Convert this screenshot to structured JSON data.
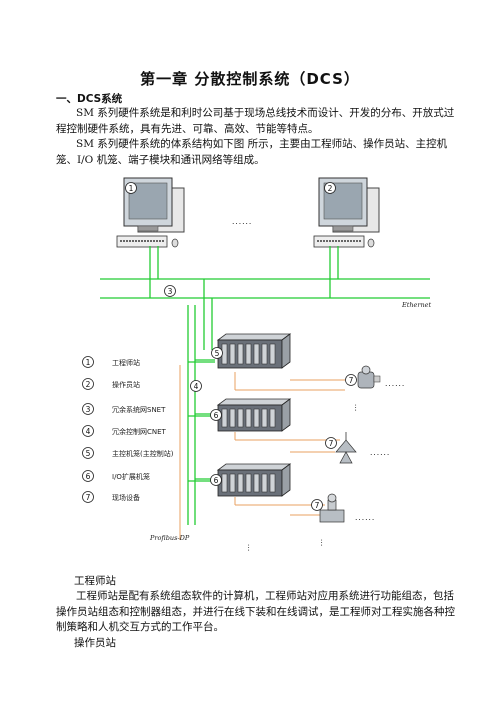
{
  "chapter_title": "第一章   分散控制系统（DCS）",
  "section_heading": "一、DCS系统",
  "paragraphs": [
    "SM 系列硬件系统是和利时公司基于现场总线技术而设计、开发的分布、开放式过程控制硬件系统，具有先进、可靠、高效、节能等特点。",
    "SM 系列硬件系统的体系结构如下图 所示，主要由工程师站、操作员站、主控机笼、I/O 机笼、端子模块和通讯网络等组成。",
    "工程师站",
    "工程师站是配有系统组态软件的计算机，工程师站对应用系统进行功能组态，包括操作员站组态和控制器组态，并进行在线下装和在线调试，是工程师对工程实施各种控制策略和人机交互方式的工作平台。",
    "操作员站"
  ],
  "diagram": {
    "ethernet_label": "Ethernet",
    "profibus_label": "Profibus-DP",
    "ellipsis_h": "......",
    "ellipsis_v": "⋮",
    "numbers": [
      "1",
      "2",
      "3",
      "4",
      "5",
      "6",
      "7"
    ],
    "legend": [
      {
        "num": "1",
        "text": "工程师站"
      },
      {
        "num": "2",
        "text": "操作员站"
      },
      {
        "num": "3",
        "text": "冗余系统网SNET"
      },
      {
        "num": "4",
        "text": "冗余控制网CNET"
      },
      {
        "num": "5",
        "text": "主控机笼(主控制站)"
      },
      {
        "num": "6",
        "text": "I/O扩展机笼"
      },
      {
        "num": "7",
        "text": "现场设备"
      }
    ],
    "colors": {
      "network_green": "#22cc33",
      "fieldbus_orange": "#e8a060",
      "cabinet": "#6a7079"
    }
  }
}
